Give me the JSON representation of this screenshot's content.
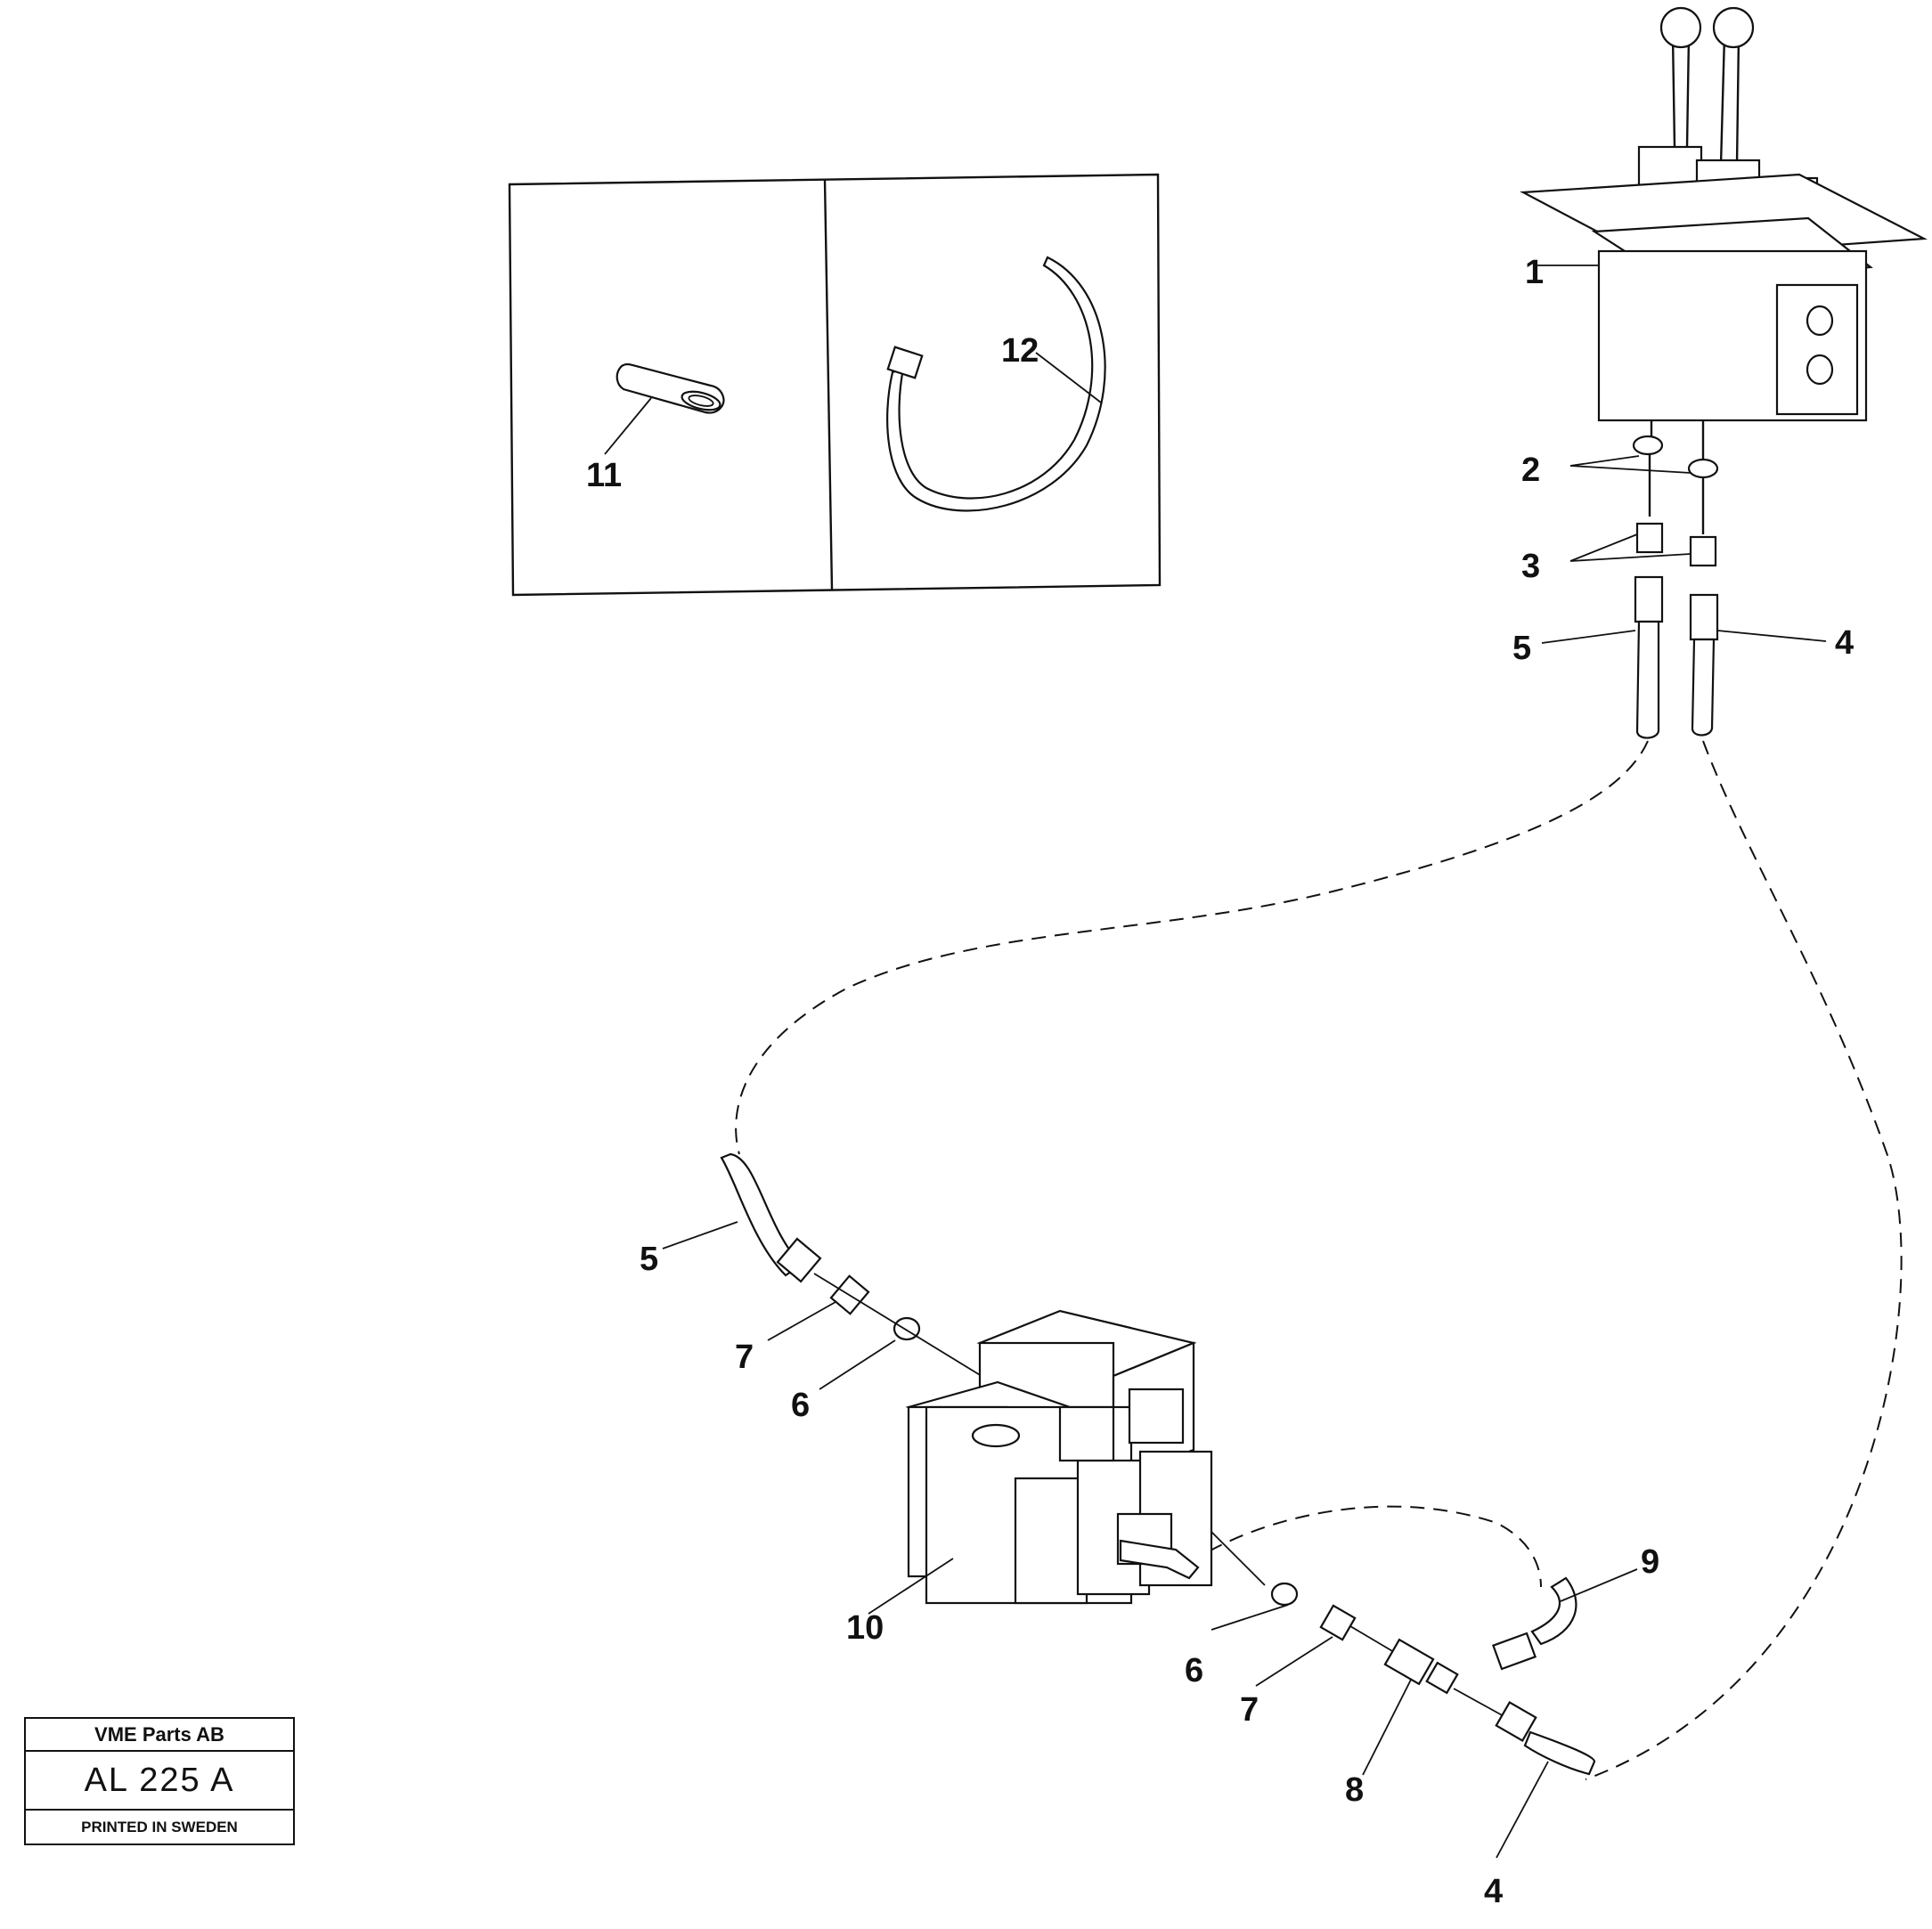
{
  "callouts": {
    "c1": "1",
    "c2": "2",
    "c3": "3",
    "c4_top": "4",
    "c5_top": "5",
    "c5_left": "5",
    "c7_left": "7",
    "c6_left": "6",
    "c10": "10",
    "c6_right": "6",
    "c7_right": "7",
    "c8": "8",
    "c9": "9",
    "c4_bottom": "4",
    "c11": "11",
    "c12": "12"
  },
  "title_block": {
    "company": "VME Parts AB",
    "code": "AL 225 A",
    "printed": "PRINTED IN SWEDEN"
  }
}
